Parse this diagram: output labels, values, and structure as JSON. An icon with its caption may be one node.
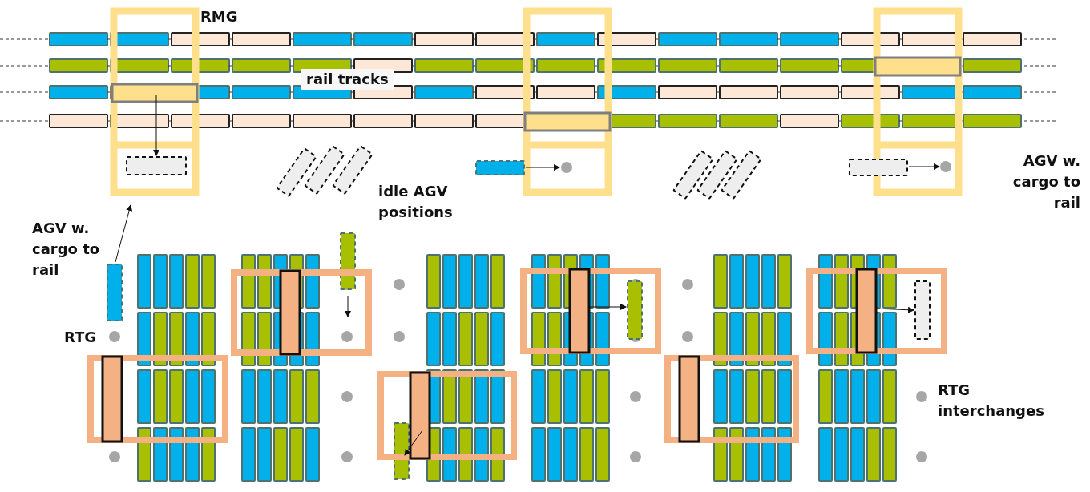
{
  "diagram": {
    "labels": [
      "RMG",
      "rail tracks",
      "idle AGV positions",
      "AGV w. cargo to rail",
      "AGV w. cargo to rail",
      "RTG",
      "RTG interchanges"
    ]
  }
}
